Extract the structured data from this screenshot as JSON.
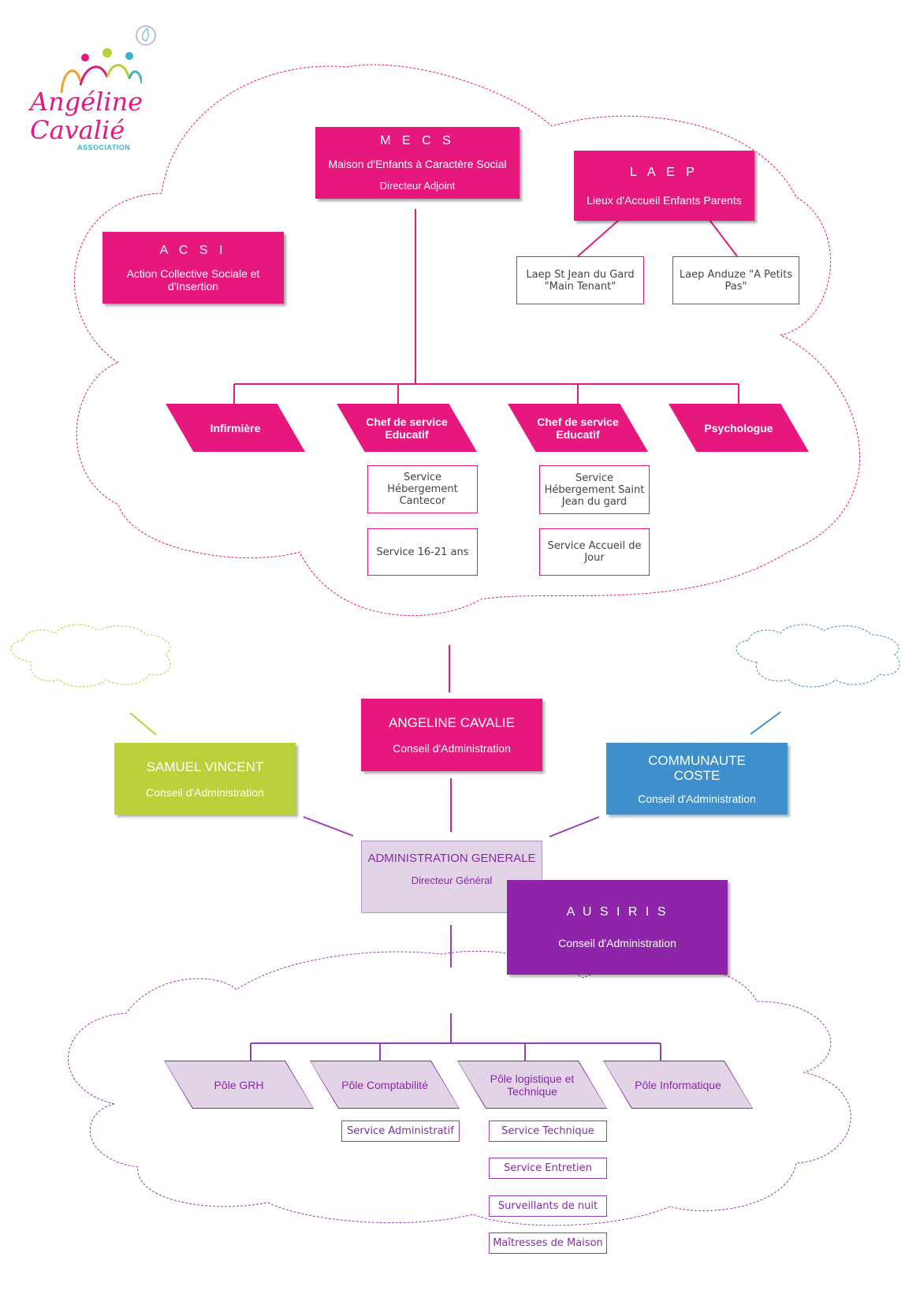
{
  "logo": {
    "line1": "Angéline",
    "line2": "Cavalié",
    "line3": "ASSOCIATION"
  },
  "mecs": {
    "title": "M E C S",
    "subtitle": "Maison d'Enfants à Caractère Social",
    "role": "Directeur Adjoint"
  },
  "laep": {
    "title": "L A E P",
    "subtitle": "Lieux d'Accueil Enfants Parents",
    "children": [
      "Laep St Jean du Gard \"Main Tenant\"",
      "Laep Anduze \"A Petits Pas\""
    ]
  },
  "acsi": {
    "title": "A C S I",
    "subtitle": "Action Collective Sociale et d'Insertion"
  },
  "mecs_staff": [
    "Infirmière",
    "Chef de service Educatif",
    "Chef de service Educatif",
    "Psychologue"
  ],
  "mecs_services": {
    "left": [
      "Service Hébergement Cantecor",
      "Service 16-21 ans"
    ],
    "right": [
      "Service Hébergement Saint Jean du gard",
      "Service Accueil de Jour"
    ]
  },
  "angeline": {
    "name": "ANGELINE CAVALIE",
    "sub": "Conseil d'Administration"
  },
  "samuel": {
    "name": "SAMUEL VINCENT",
    "sub": "Conseil d'Administration"
  },
  "coste": {
    "name": "COMMUNAUTE COSTE",
    "sub": "Conseil d'Administration"
  },
  "admin": {
    "name": "ADMINISTRATION GENERALE",
    "sub": "Directeur Général"
  },
  "ausiris": {
    "name": "A U S I R I S",
    "sub": "Conseil d'Administration"
  },
  "poles": [
    "Pôle GRH",
    "Pôle Comptabilité",
    "Pôle logistique et Technique",
    "Pôle Informatique"
  ],
  "pole_services": {
    "compta": [
      "Service Administratif"
    ],
    "logistique": [
      "Service Technique",
      "Service Entretien",
      "Surveillants de nuit",
      "Maîtresses de Maison"
    ]
  },
  "colors": {
    "pink": "#e6187d",
    "purple": "#8e24aa",
    "lime": "#bcd03c",
    "blue": "#3e8fcb",
    "lavender": "#e3d3e7"
  }
}
